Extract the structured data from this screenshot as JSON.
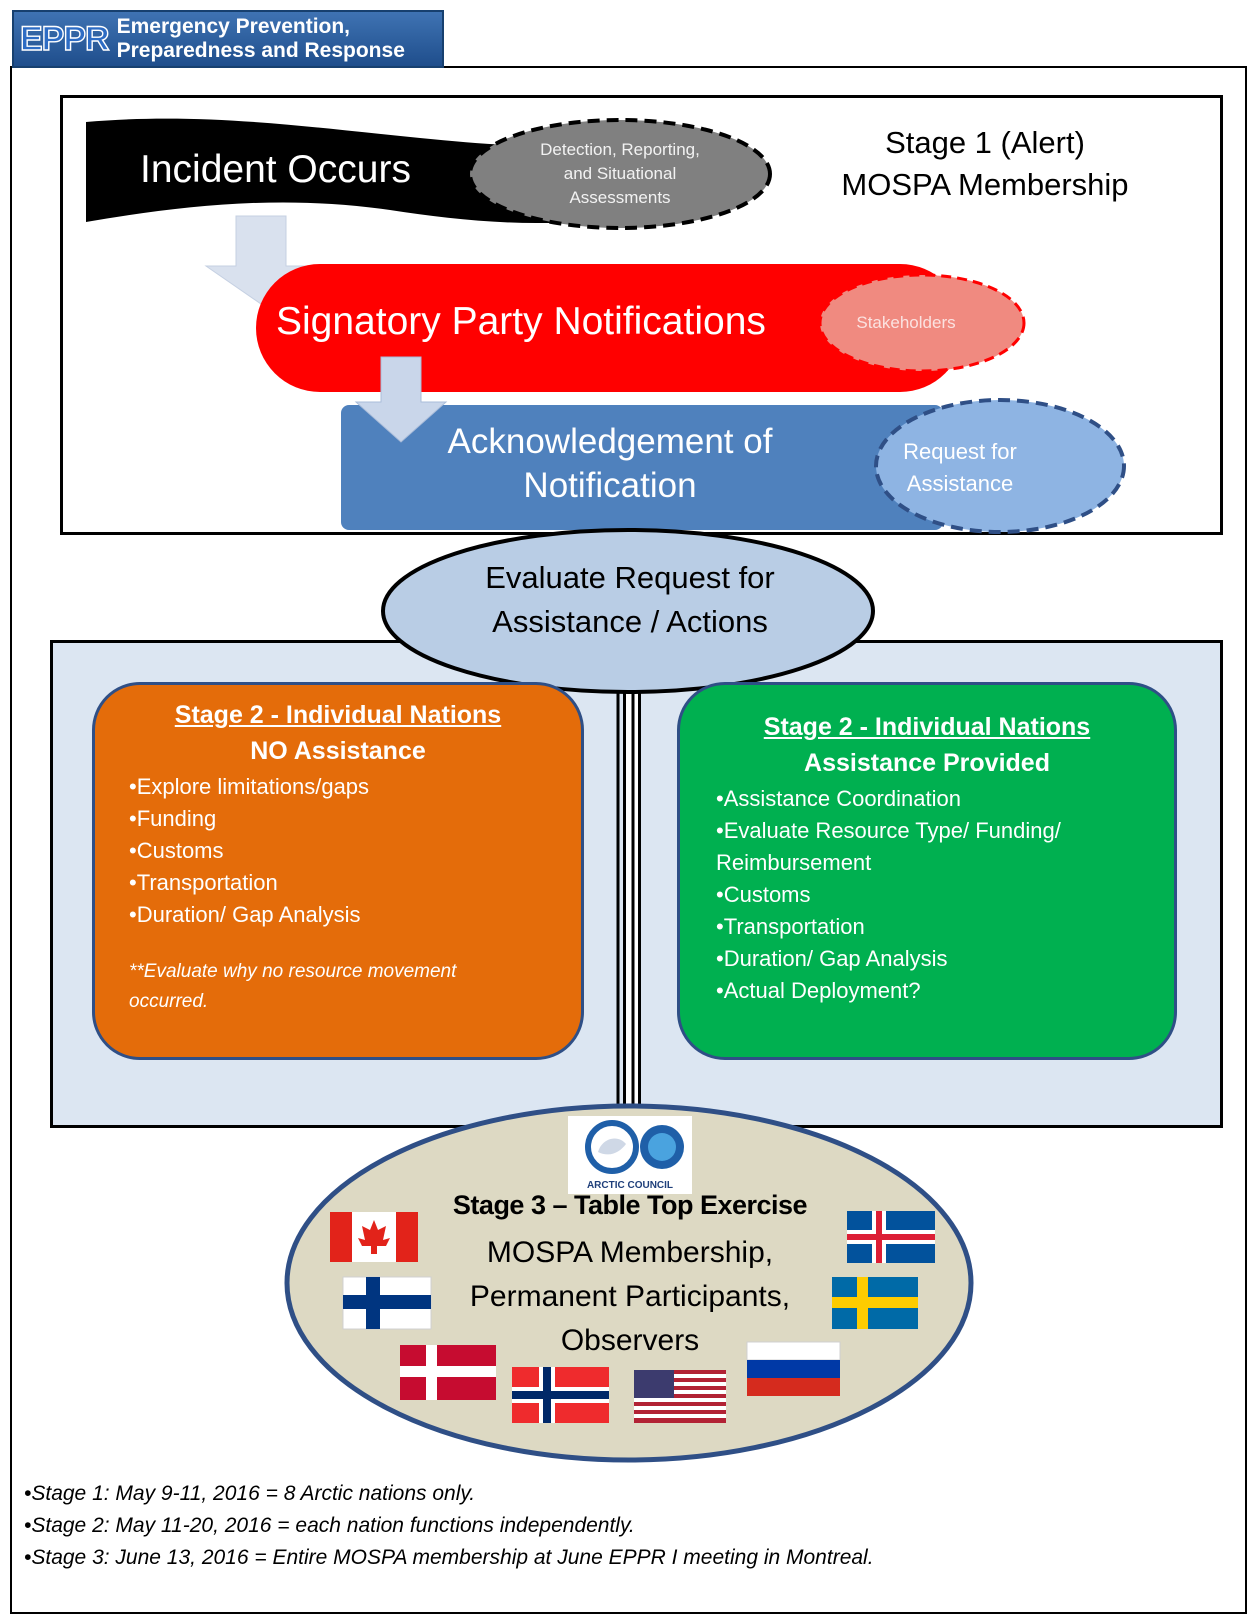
{
  "logo": {
    "mark": "EPPR",
    "line1": "Emergency Prevention,",
    "line2": "Preparedness and Response"
  },
  "stage1": {
    "title_line1": "Stage 1 (Alert)",
    "title_line2": "MOSPA Membership",
    "incident": "Incident Occurs",
    "detection_line1": "Detection, Reporting,",
    "detection_line2": "and Situational",
    "detection_line3": "Assessments",
    "signatory": "Signatory Party Notifications",
    "stakeholders": "Stakeholders",
    "ack_line1": "Acknowledgement of",
    "ack_line2": "Notification",
    "rfa_line1": "Request for",
    "rfa_line2": "Assistance"
  },
  "evaluate": {
    "line1": "Evaluate Request for",
    "line2": "Assistance /  Actions"
  },
  "stage2_no": {
    "title": "Stage 2 - Individual Nations",
    "subtitle": "NO Assistance",
    "items": [
      "•Explore limitations/gaps",
      "•Funding",
      "•Customs",
      "•Transportation",
      "•Duration/ Gap Analysis"
    ],
    "note_line1": "**Evaluate why no resource movement",
    "note_line2": "occurred."
  },
  "stage2_yes": {
    "title": "Stage 2 - Individual Nations",
    "subtitle": "Assistance Provided",
    "items": [
      "•Assistance Coordination",
      "•Evaluate Resource Type/ Funding/",
      "Reimbursement",
      "•Customs",
      "•Transportation",
      "•Duration/ Gap Analysis",
      "•Actual Deployment?"
    ]
  },
  "stage3": {
    "title": "Stage 3 – Table Top Exercise",
    "line1": "MOSPA Membership,",
    "line2": "Permanent Participants,",
    "line3": "Observers",
    "logo_caption": "ARCTIC COUNCIL",
    "flags": [
      "canada-flag",
      "iceland-flag",
      "finland-flag",
      "sweden-flag",
      "denmark-flag",
      "norway-flag",
      "usa-flag",
      "russia-flag"
    ]
  },
  "notes": [
    "•Stage 1: May 9-11, 2016 = 8 Arctic nations only.",
    "•Stage 2: May 11-20, 2016 = each nation functions independently.",
    "•Stage 3: June 13, 2016 = Entire MOSPA membership at June EPPR I meeting in Montreal."
  ],
  "colors": {
    "logo_blue": "#2a5ea6",
    "incident_black": "#000000",
    "signatory_red": "#ff0000",
    "stakeholder_pink": "#f08a80",
    "ack_blue": "#4f81bd",
    "rfa_lightblue": "#8eb4e3",
    "evaluate_fill": "#b9cde5",
    "panel_fill": "#dce6f2",
    "no_assist_orange": "#e46c0a",
    "assist_green": "#00b050",
    "stage3_fill": "#ddd9c3"
  }
}
